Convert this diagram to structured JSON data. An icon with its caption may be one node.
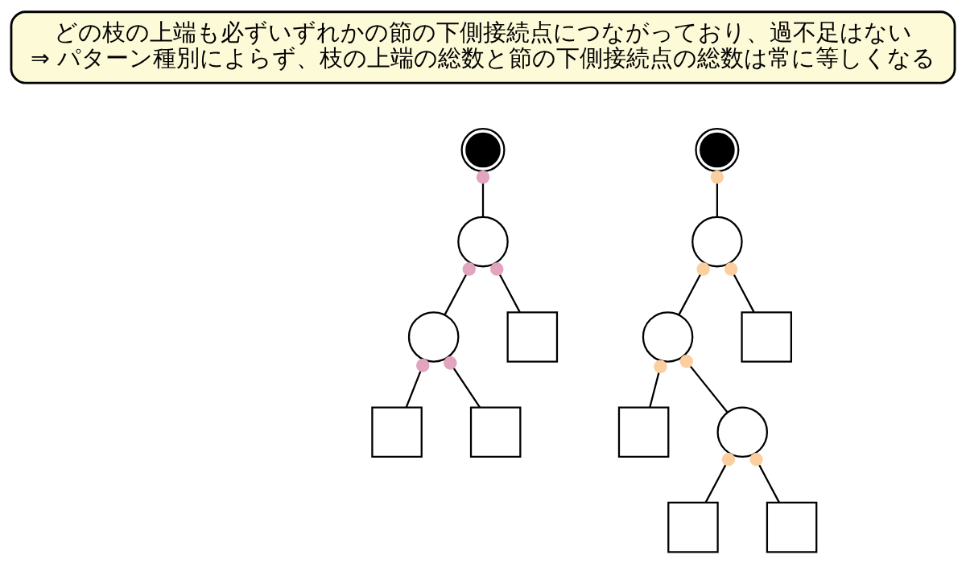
{
  "diagram": {
    "nodes": [
      {
        "text": [
          "どの枝の上端も必ずいずれかの節の下側接続点につながっており、過不足はない",
          "⇒ パターン種別によらず、枝の上端の総数と節の下側接続点の総数は常に等しくなる"
        ]
      },
      {
        "text": [],
        "shape": "bullseye"
      },
      {
        "text": [],
        "shape": "circle"
      },
      {
        "text": [],
        "shape": "circle"
      },
      {
        "text": [],
        "shape": "square"
      },
      {
        "text": [],
        "shape": "square"
      },
      {
        "text": [],
        "shape": "square"
      },
      {
        "text": [],
        "shape": "bullseye"
      },
      {
        "text": [],
        "shape": "circle"
      },
      {
        "text": [],
        "shape": "circle"
      },
      {
        "text": [],
        "shape": "square"
      },
      {
        "text": [],
        "shape": "square"
      },
      {
        "text": [],
        "shape": "circle"
      },
      {
        "text": [],
        "shape": "square"
      },
      {
        "text": [],
        "shape": "square"
      }
    ],
    "edges": [
      {
        "from": 1,
        "to": 2,
        "arrow": "other"
      },
      {
        "from": 2,
        "to": 3,
        "arrow": "other"
      },
      {
        "from": 2,
        "to": 4,
        "arrow": "other"
      },
      {
        "from": 3,
        "to": 5,
        "arrow": "other"
      },
      {
        "from": 3,
        "to": 6,
        "arrow": "other"
      },
      {
        "from": 7,
        "to": 8,
        "arrow": "other"
      },
      {
        "from": 8,
        "to": 9,
        "arrow": "other"
      },
      {
        "from": 8,
        "to": 10,
        "arrow": "other"
      },
      {
        "from": 9,
        "to": 11,
        "arrow": "other"
      },
      {
        "from": 9,
        "to": 12,
        "arrow": "other"
      },
      {
        "from": 12,
        "to": 13,
        "arrow": "other"
      },
      {
        "from": 12,
        "to": 14,
        "arrow": "other"
      }
    ]
  }
}
